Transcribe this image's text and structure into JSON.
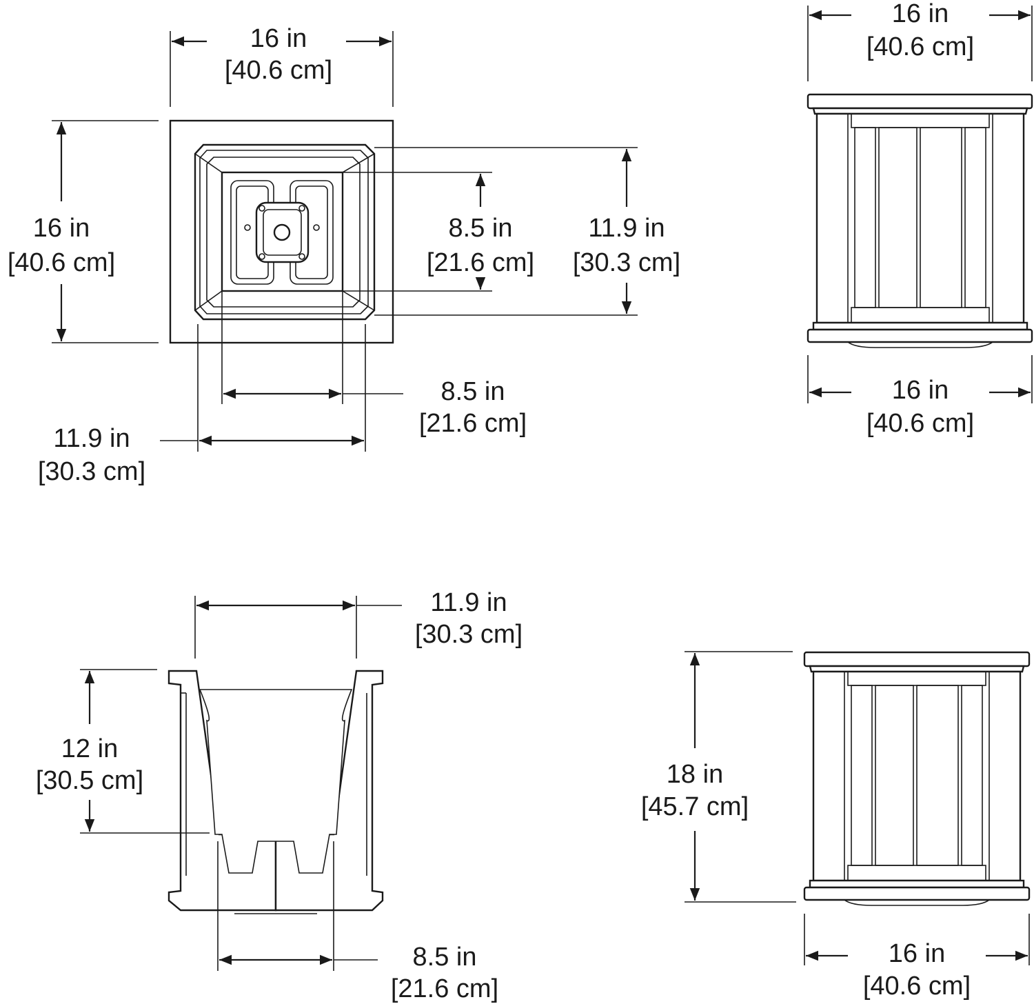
{
  "top_view": {
    "outer_width": {
      "in": "16 in",
      "cm": "[40.6 cm]"
    },
    "outer_depth": {
      "in": "16 in",
      "cm": "[40.6 cm]"
    },
    "inner_top_height": {
      "in": "11.9 in",
      "cm": "[30.3 cm]"
    },
    "inner_bottom_height": {
      "in": "8.5 in",
      "cm": "[21.6 cm]"
    },
    "inner_bottom_width": {
      "in": "8.5 in",
      "cm": "[21.6 cm]"
    },
    "inner_top_width": {
      "in": "11.9 in",
      "cm": "[30.3 cm]"
    }
  },
  "front_view_top": {
    "top_width": {
      "in": "16 in",
      "cm": "[40.6 cm]"
    },
    "bottom_width": {
      "in": "16 in",
      "cm": "[40.6 cm]"
    }
  },
  "section_view": {
    "top_opening": {
      "in": "11.9 in",
      "cm": "[30.3 cm]"
    },
    "liner_depth": {
      "in": "12 in",
      "cm": "[30.5 cm]"
    },
    "bottom_width": {
      "in": "8.5 in",
      "cm": "[21.6 cm]"
    }
  },
  "front_view_bottom": {
    "height": {
      "in": "18 in",
      "cm": "[45.7 cm]"
    },
    "width": {
      "in": "16 in",
      "cm": "[40.6 cm]"
    }
  }
}
